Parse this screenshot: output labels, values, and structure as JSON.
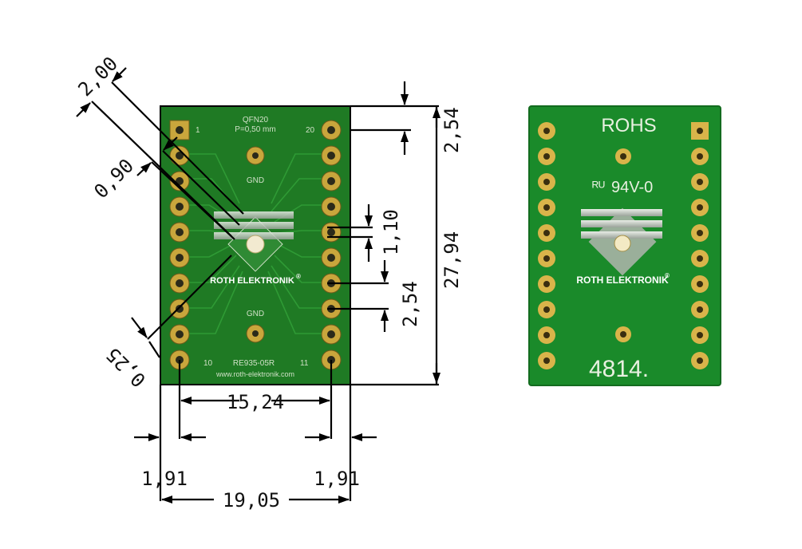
{
  "top_board": {
    "package": "QFN20",
    "pitch": "P=0,50 mm",
    "pin_1": "1",
    "pin_20": "20",
    "pin_10": "10",
    "pin_11": "11",
    "gnd_top": "GND",
    "gnd_bottom": "GND",
    "part_number": "RE935-05R",
    "website": "www.roth-elektronik.com",
    "brand": "ROTH ELEKTRONIK",
    "registered_mark": "®",
    "colors": {
      "pcb": "#1f7a24",
      "pad": "#c9a63c",
      "silk": "#cfe0c6"
    }
  },
  "bottom_board": {
    "rohs": "ROHS",
    "ul_mark": "ᴿᵁ",
    "flammability": "94V-0",
    "brand": "ROTH ELEKTRONIK",
    "registered_mark": "®",
    "serial": "4814.",
    "colors": {
      "pcb": "#1a8a2a"
    }
  },
  "dimensions": {
    "d_2_00": "2,00",
    "d_0_90": "0,90",
    "d_0_25": "0,25",
    "d_1_10": "1,10",
    "d_2_54_mid": "2,54",
    "d_2_54_top": "2,54",
    "d_27_94": "27,94",
    "d_15_24": "15,24",
    "d_1_91_left": "1,91",
    "d_1_91_right": "1,91",
    "d_19_05": "19,05"
  }
}
